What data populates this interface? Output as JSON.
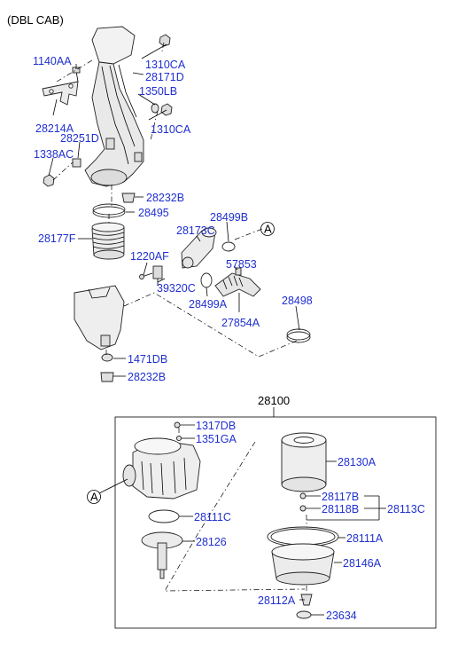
{
  "header": {
    "variant": "(DBL CAB)"
  },
  "callout": {
    "ref_a_top": "A",
    "ref_a_bottom": "A"
  },
  "parts": {
    "p1140AA": "1140AA",
    "p1310CA_1": "1310CA",
    "p28171D": "28171D",
    "p1350LB": "1350LB",
    "p28214A": "28214A",
    "p1310CA_2": "1310CA",
    "p28251D": "28251D",
    "p1338AC": "1338AC",
    "p28232B_1": "28232B",
    "p28495": "28495",
    "p28499B": "28499B",
    "p28177F": "28177F",
    "p28173C": "28173C",
    "p1220AF": "1220AF",
    "p57853": "57853",
    "p39320C": "39320C",
    "p28499A": "28499A",
    "p27854A": "27854A",
    "p28498": "28498",
    "p1471DB": "1471DB",
    "p28232B_2": "28232B",
    "p28100": "28100",
    "p1317DB": "1317DB",
    "p1351GA": "1351GA",
    "p28130A": "28130A",
    "p28111C": "28111C",
    "p28117B": "28117B",
    "p28118B": "28118B",
    "p28113C": "28113C",
    "p28126": "28126",
    "p28111A": "28111A",
    "p28146A": "28146A",
    "p28112A": "28112A",
    "p23634": "23634"
  },
  "colors": {
    "label": "#1f2fd0",
    "line": "#000000",
    "part_fill": "#f4f4f4"
  }
}
